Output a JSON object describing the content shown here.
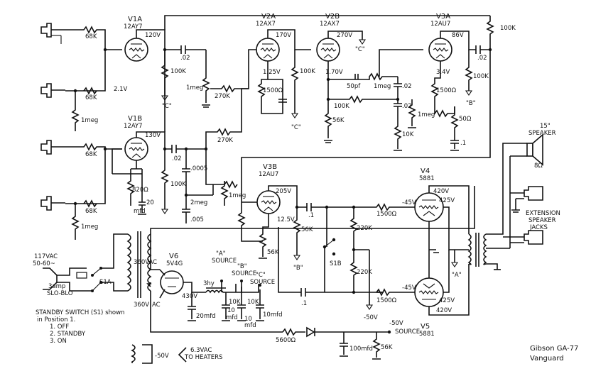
{
  "title_block": {
    "model": "Gibson GA-77",
    "name": "Vanguard"
  },
  "tubes": [
    {
      "id": "V1A",
      "type": "12AY7",
      "plate_v": "120V"
    },
    {
      "id": "V1B",
      "type": "12AY7",
      "plate_v": "130V"
    },
    {
      "id": "V2A",
      "type": "12AX7",
      "plate_v": "170V",
      "cathode_v": "1.25V"
    },
    {
      "id": "V2B",
      "type": "12AX7",
      "plate_v": "270V",
      "cathode_v": "1.70V"
    },
    {
      "id": "V3A",
      "type": "12AU7",
      "plate_v": "86V",
      "cathode_v": "3.4V"
    },
    {
      "id": "V3B",
      "type": "12AU7",
      "plate_v": "205V",
      "cathode_v": "12.5V"
    },
    {
      "id": "V4",
      "type": "5881",
      "plate_v": "420V",
      "screen_v": "425V",
      "grid_v": "-45V"
    },
    {
      "id": "V5",
      "type": "5881",
      "plate_v": "420V",
      "screen_v": "425V",
      "grid_v": "-45V"
    },
    {
      "id": "V6",
      "type": "5V4G"
    }
  ],
  "components": {
    "r_68k": "68K",
    "r_1meg": "1meg",
    "r_100k": "100K",
    "r_270k": "270K",
    "r_56k": "56K",
    "r_1500": "1500Ω",
    "r_820": "820Ω",
    "r_50": "50Ω",
    "r_10k": "10K",
    "r_220k": "220K",
    "r_5600": "5600Ω",
    "r_2meg": "2meg",
    "c_02": ".02",
    "c_0005": ".0005",
    "c_005": ".005",
    "c_50pf": "50pf",
    "c_1": ".1",
    "c_20mfd_a": "20",
    "c_20mfd_b": "mfd",
    "c_20mfd": "20mfd",
    "c_10": "10",
    "c_mfd": "mfd",
    "c_10mfd": "10mfd",
    "c_100mfd": "100mfd",
    "ch_3hy": "3hy",
    "v_21": "2.1V",
    "node_c": "\"C\"",
    "node_b": "\"B\"",
    "node_a": "\"A\"",
    "neg50": "-50V",
    "v_430": "430V"
  },
  "power": {
    "mains": "117VAC",
    "mains_freq": "50-60~",
    "fuse_a": "3amp",
    "fuse_b": "SLO-BLO",
    "switch_s1a": "S1A",
    "switch_s1b": "S1B",
    "tap_360_top": "360VAC",
    "tap_360_bot": "360V",
    "tap_ac": "AC",
    "source_a_1": "\"A\"",
    "source_a_2": "SOURCE",
    "source_b_1": "\"B\"",
    "source_b_2": "SOURCE",
    "source_c_1": "\"C\"",
    "source_c_2": "SOURCE",
    "neg50_source_1": "-50V",
    "neg50_source_2": "SOURCE",
    "heaters_1": "6.3VAC",
    "heaters_2": "TO HEATERS"
  },
  "standby_note": {
    "line1": "STANDBY SWITCH (S1) shown",
    "line2": "in Position 1.",
    "items": [
      "1.  OFF",
      "2.  STANDBY",
      "3.  ON"
    ]
  },
  "output": {
    "speaker_1": "15\"",
    "speaker_2": "SPEAKER",
    "speaker_ohm": "8Ω",
    "ext_1": "EXTENSION",
    "ext_2": "SPEAKER",
    "ext_3": "JACKS",
    "neg50": "-50V"
  }
}
